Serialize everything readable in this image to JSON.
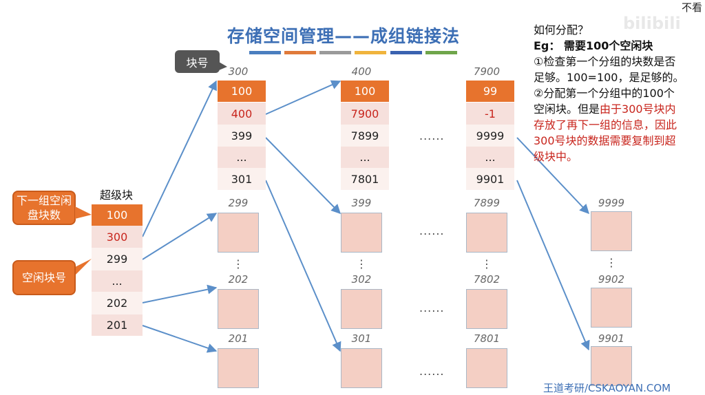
{
  "title": "存储空间管理——成组链接法",
  "title_bar_colors": [
    "#4a7ebf",
    "#e07a3a",
    "#9a9a9a",
    "#f0b43c",
    "#3a62b0",
    "#6fa54a"
  ],
  "tooltip": "块号",
  "superblock": {
    "label": "超级块",
    "cells": [
      "100",
      "300",
      "299",
      "...",
      "202",
      "201"
    ]
  },
  "callouts": {
    "next_group": "下一组空闲盘块数",
    "free_block": "空闲块号"
  },
  "groups": [
    {
      "header": "300",
      "cells": [
        "100",
        "400",
        "399",
        "...",
        "301"
      ]
    },
    {
      "header": "400",
      "cells": [
        "100",
        "7900",
        "7899",
        "...",
        "7801"
      ]
    },
    {
      "header": "7900",
      "cells": [
        "99",
        "-1",
        "9999",
        "...",
        "9901"
      ]
    }
  ],
  "ellipsis_h": "......",
  "ellipsis_v": "⋮",
  "box_columns": [
    [
      "299",
      "202",
      "201"
    ],
    [
      "399",
      "302",
      "301"
    ],
    [
      "7899",
      "7802",
      "7801"
    ],
    [
      "9999",
      "9902",
      "9901"
    ]
  ],
  "notes": {
    "q": "如何分配？",
    "eg": "Eg：  需要100个空闲块",
    "step1_a": "①检查第一个分组的块数是否",
    "step1_b": "足够。100=100，是足够的。",
    "step2_a": "②分配第一个分组中的100个",
    "step2_b_black": "空闲块。但是",
    "step2_b_red": "由于300号块内",
    "step2_c": "存放了再下一组的信息，因此",
    "step2_d": "300号块的数据需要复制到超",
    "step2_e": "级块中。"
  },
  "footer": "王道考研/CSKAOYAN.COM",
  "corner_text": "不看",
  "watermark": "bilibili",
  "colors": {
    "accent_orange": "#e7732d",
    "title_blue": "#3d6fb5",
    "red_text": "#c8251d",
    "arrow": "#5b8fc9"
  }
}
